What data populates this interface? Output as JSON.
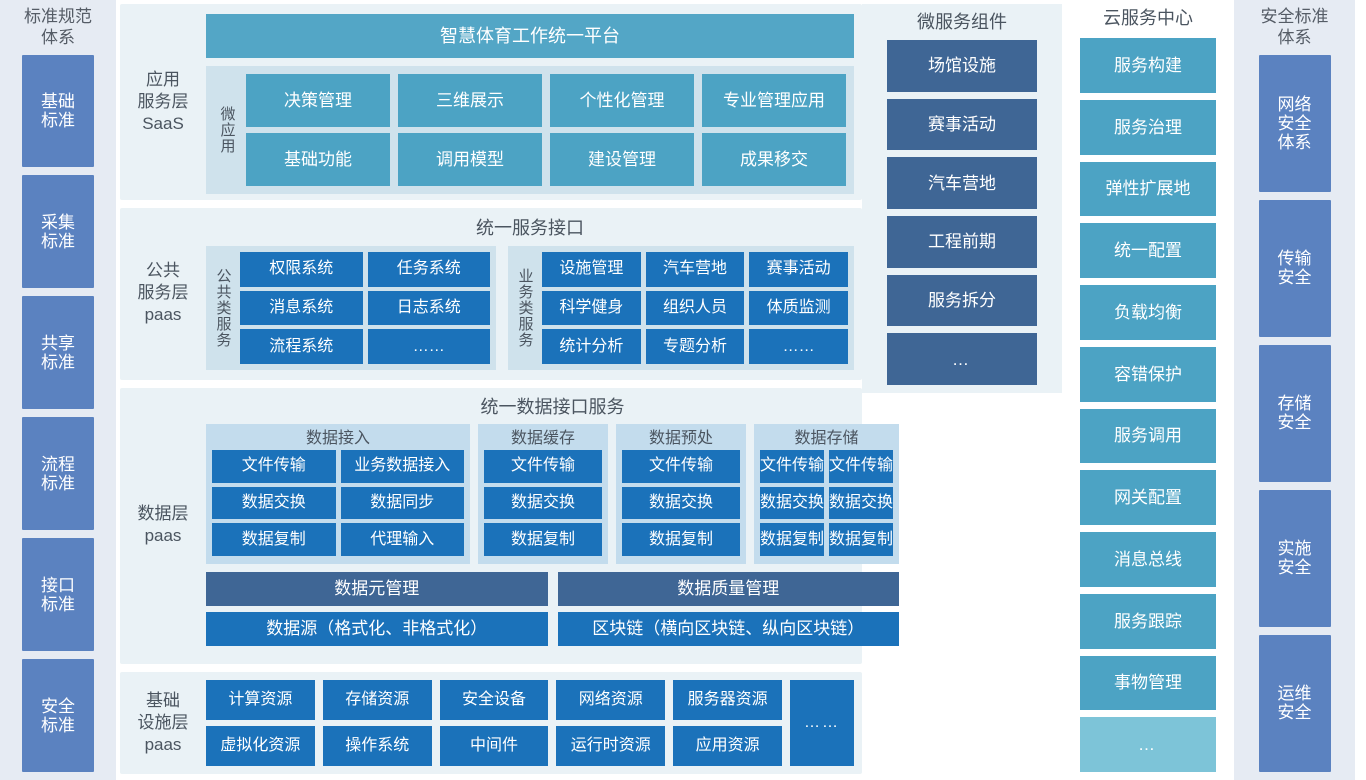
{
  "colors": {
    "steel": "#5b82c0",
    "teal": "#4ca3c4",
    "blue": "#1b72ba",
    "slate": "#3f6695",
    "panel_light": "#eaf2f6",
    "panel_mid": "#cfe2ec",
    "sidebar_bg": "#e6ebf3"
  },
  "left_column": {
    "title": "标准规范\n体系",
    "items": [
      {
        "label": "基础\n标准"
      },
      {
        "label": "采集\n标准"
      },
      {
        "label": "共享\n标准"
      },
      {
        "label": "流程\n标准"
      },
      {
        "label": "接口\n标准"
      },
      {
        "label": "安全\n标准"
      }
    ]
  },
  "right_column": {
    "title": "安全标准\n体系",
    "items": [
      {
        "label": "网络\n安全\n体系"
      },
      {
        "label": "传输\n安全"
      },
      {
        "label": "存储\n安全"
      },
      {
        "label": "实施\n安全"
      },
      {
        "label": "运维\n安全"
      }
    ]
  },
  "saas_layer": {
    "label": "应用\n服务层\nSaaS",
    "banner": "智慧体育工作统一平台",
    "group_label": "微应用",
    "apps": [
      "决策管理",
      "三维展示",
      "个性化管理",
      "专业管理应用",
      "基础功能",
      "调用模型",
      "建设管理",
      "成果移交"
    ]
  },
  "public_layer": {
    "label": "公共\n服务层\npaas",
    "banner": "统一服务接口",
    "groups": [
      {
        "vlabel": "公共类服务",
        "items": [
          "权限系统",
          "任务系统",
          "消息系统",
          "日志系统",
          "流程系统",
          "……"
        ]
      },
      {
        "vlabel": "业务类服务",
        "items": [
          "设施管理",
          "汽车营地",
          "赛事活动",
          "科学健身",
          "组织人员",
          "体质监测",
          "统计分析",
          "专题分析",
          "……"
        ]
      }
    ]
  },
  "data_layer": {
    "label": "数据层\npaas",
    "banner": "统一数据接口服务",
    "columns": [
      {
        "title": "数据接入",
        "items": [
          "文件传输",
          "业务数据接入",
          "数据交换",
          "数据同步",
          "数据复制",
          "代理输入"
        ]
      },
      {
        "title": "数据缓存",
        "items": [
          "文件传输",
          "数据交换",
          "数据复制"
        ]
      },
      {
        "title": "数据预处",
        "items": [
          "文件传输",
          "数据交换",
          "数据复制"
        ]
      },
      {
        "title": "数据存储",
        "items": [
          "文件传输",
          "文件传输",
          "数据交换",
          "数据交换",
          "数据复制",
          "数据复制"
        ]
      }
    ],
    "bars_row1": [
      "数据元管理",
      "数据质量管理"
    ],
    "bars_row2": [
      "数据源（格式化、非格式化）",
      "区块链（横向区块链、纵向区块链）"
    ]
  },
  "infra_layer": {
    "label": "基础\n设施层\npaas",
    "items": [
      "计算资源",
      "存储资源",
      "安全设备",
      "网络资源",
      "服务器资源",
      "虚拟化资源",
      "操作系统",
      "中间件",
      "运行时资源",
      "应用资源"
    ],
    "dots": "……"
  },
  "microservice_column": {
    "title": "微服务组件",
    "items": [
      "场馆设施",
      "赛事活动",
      "汽车营地",
      "工程前期",
      "服务拆分",
      "…"
    ]
  },
  "cloud_column": {
    "title": "云服务中心",
    "items": [
      "服务构建",
      "服务治理",
      "弹性扩展地",
      "统一配置",
      "负载均衡",
      "容错保护",
      "服务调用",
      "网关配置",
      "消息总线",
      "服务跟踪",
      "事物管理",
      "…"
    ]
  }
}
